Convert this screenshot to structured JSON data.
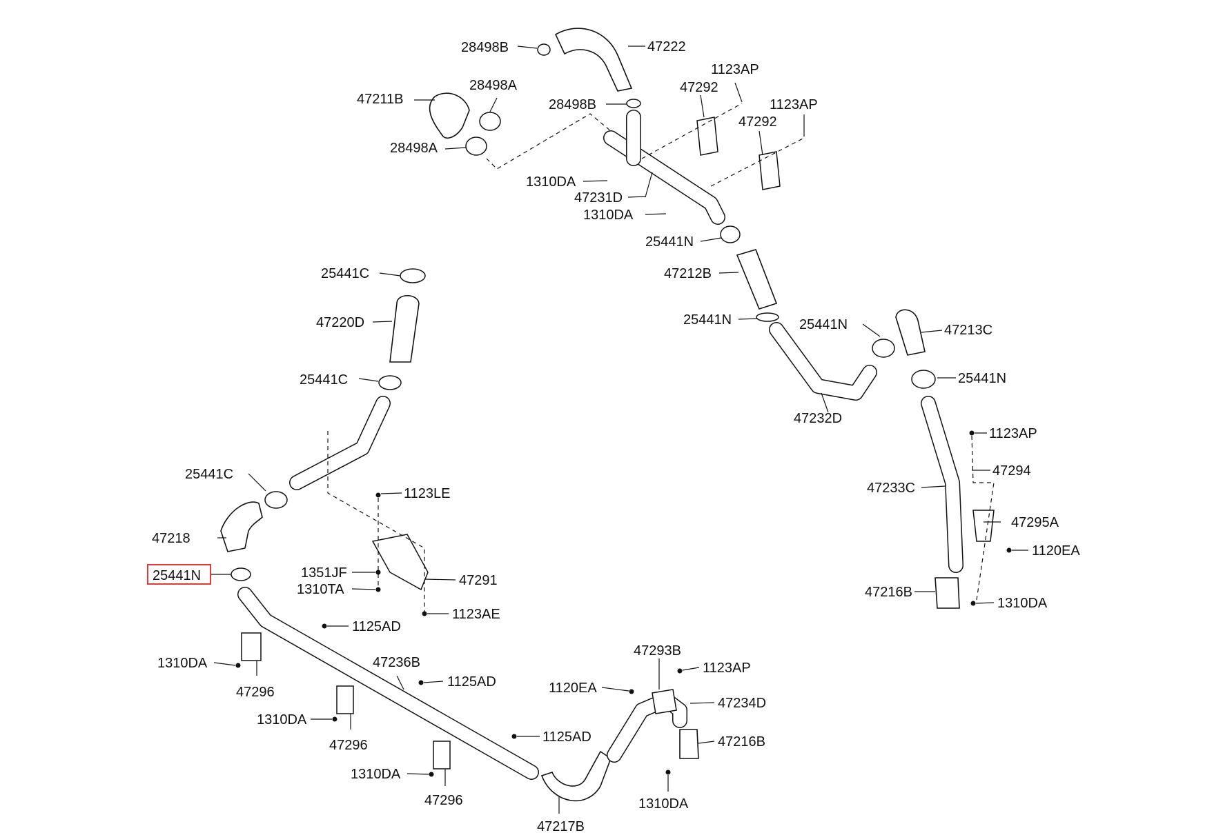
{
  "diagram": {
    "labels": [
      {
        "id": "l01",
        "text": "28498B"
      },
      {
        "id": "l02",
        "text": "47222"
      },
      {
        "id": "l03",
        "text": "28498A"
      },
      {
        "id": "l04",
        "text": "47211B"
      },
      {
        "id": "l05",
        "text": "1123AP"
      },
      {
        "id": "l06",
        "text": "47292"
      },
      {
        "id": "l07",
        "text": "28498B"
      },
      {
        "id": "l08",
        "text": "1123AP"
      },
      {
        "id": "l09",
        "text": "47292"
      },
      {
        "id": "l10",
        "text": "28498A"
      },
      {
        "id": "l11",
        "text": "1310DA"
      },
      {
        "id": "l12",
        "text": "47231D"
      },
      {
        "id": "l13",
        "text": "1310DA"
      },
      {
        "id": "l14",
        "text": "25441N"
      },
      {
        "id": "l15",
        "text": "25441C"
      },
      {
        "id": "l16",
        "text": "47212B"
      },
      {
        "id": "l17",
        "text": "47220D"
      },
      {
        "id": "l18",
        "text": "25441N"
      },
      {
        "id": "l19",
        "text": "25441N"
      },
      {
        "id": "l20",
        "text": "47213C"
      },
      {
        "id": "l21",
        "text": "25441C"
      },
      {
        "id": "l22",
        "text": "25441N"
      },
      {
        "id": "l23",
        "text": "47232D"
      },
      {
        "id": "l24",
        "text": "1123AP"
      },
      {
        "id": "l25",
        "text": "25441C"
      },
      {
        "id": "l26",
        "text": "47294"
      },
      {
        "id": "l27",
        "text": "1123LE"
      },
      {
        "id": "l28",
        "text": "47233C"
      },
      {
        "id": "l29",
        "text": "47295A"
      },
      {
        "id": "l30",
        "text": "47218"
      },
      {
        "id": "l31",
        "text": "1120EA"
      },
      {
        "id": "l32",
        "text": "25441N",
        "highlighted": true
      },
      {
        "id": "l33",
        "text": "1351JF"
      },
      {
        "id": "l34",
        "text": "47291"
      },
      {
        "id": "l35",
        "text": "1310TA"
      },
      {
        "id": "l36",
        "text": "47216B"
      },
      {
        "id": "l37",
        "text": "1310DA"
      },
      {
        "id": "l38",
        "text": "1123AE"
      },
      {
        "id": "l39",
        "text": "1125AD"
      },
      {
        "id": "l40",
        "text": "47293B"
      },
      {
        "id": "l41",
        "text": "1310DA"
      },
      {
        "id": "l42",
        "text": "47236B"
      },
      {
        "id": "l43",
        "text": "1123AP"
      },
      {
        "id": "l44",
        "text": "1125AD"
      },
      {
        "id": "l45",
        "text": "47296"
      },
      {
        "id": "l46",
        "text": "1120EA"
      },
      {
        "id": "l47",
        "text": "47234D"
      },
      {
        "id": "l48",
        "text": "1310DA"
      },
      {
        "id": "l49",
        "text": "1125AD"
      },
      {
        "id": "l50",
        "text": "47296"
      },
      {
        "id": "l51",
        "text": "47216B"
      },
      {
        "id": "l52",
        "text": "1310DA"
      },
      {
        "id": "l53",
        "text": "47296"
      },
      {
        "id": "l54",
        "text": "1310DA"
      },
      {
        "id": "l55",
        "text": "47217B"
      }
    ],
    "highlight_color": "#e53935"
  }
}
